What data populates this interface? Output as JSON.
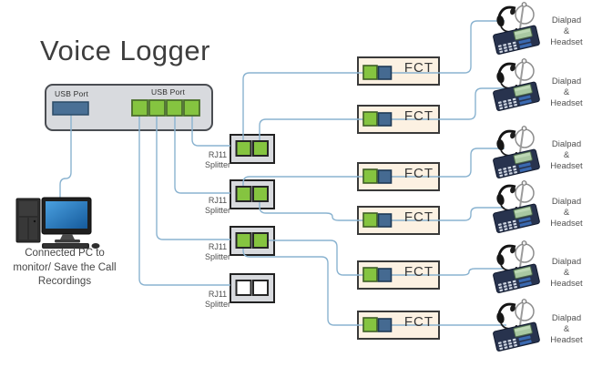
{
  "title": "Voice Logger",
  "voice_logger": {
    "usb_label_left": "USB Port",
    "usb_label_right": "USB Port"
  },
  "pc": {
    "caption": [
      "Connected PC to",
      "monitor/ Save the Call",
      "Recordings"
    ]
  },
  "splitters": [
    {
      "label": [
        "RJ11",
        "Splitter"
      ],
      "ports": "green"
    },
    {
      "label": [
        "RJ11",
        "Splitter"
      ],
      "ports": "green"
    },
    {
      "label": [
        "RJ11",
        "Splitter"
      ],
      "ports": "green"
    },
    {
      "label": [
        "RJ11",
        "Splitter"
      ],
      "ports": "white"
    }
  ],
  "fct_units": [
    {
      "label": "FCT"
    },
    {
      "label": "FCT"
    },
    {
      "label": "FCT"
    },
    {
      "label": "FCT"
    },
    {
      "label": "FCT"
    },
    {
      "label": "FCT"
    }
  ],
  "phones": [
    {
      "label": [
        "Dialpad",
        "&",
        "Headset"
      ]
    },
    {
      "label": [
        "Dialpad",
        "&",
        "Headset"
      ]
    },
    {
      "label": [
        "Dialpad",
        "&",
        "Headset"
      ]
    },
    {
      "label": [
        "Dialpad",
        "&",
        "Headset"
      ]
    },
    {
      "label": [
        "Dialpad",
        "&",
        "Headset"
      ]
    },
    {
      "label": [
        "Dialpad",
        "&",
        "Headset"
      ]
    }
  ],
  "colors": {
    "connector_line": "#8ab3d0",
    "port_green": "#85c440",
    "usb_port_blue": "#4a7095",
    "fct_fill": "#fcf1e2",
    "device_fill": "#d8dade",
    "fct_port_blue": "#456a91"
  }
}
